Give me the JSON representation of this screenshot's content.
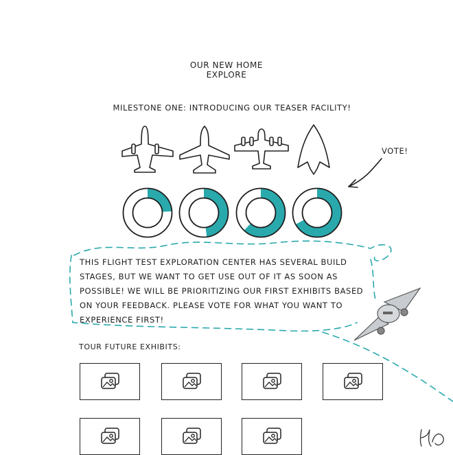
{
  "header": {
    "title_line1": "OUR NEW HOME",
    "title_line2": "EXPLORE"
  },
  "milestone": {
    "text": "MILESTONE ONE: INTRODUCING OUR TEASER FACILITY!"
  },
  "vote": {
    "label": "VOTE!",
    "options": [
      {
        "icon": "twin-prop-plane-icon",
        "progress_fraction": 0.24
      },
      {
        "icon": "jet-plane-icon",
        "progress_fraction": 0.48
      },
      {
        "icon": "four-engine-plane-icon",
        "progress_fraction": 0.62
      },
      {
        "icon": "delta-wing-jet-icon",
        "progress_fraction": 0.67
      }
    ]
  },
  "description": {
    "lines": [
      "THIS FLIGHT TEST EXPLORATION CENTER HAS SEVERAL BUILD",
      "STAGES, BUT WE WANT TO GET USE OUT OF IT AS SOON AS",
      "POSSIBLE! WE WILL BE PRIORITIZING OUR FIRST EXHIBITS BASED",
      "ON YOUR FEEDBACK. PLEASE VOTE FOR WHAT YOU WANT TO",
      "EXPERIENCE FIRST!"
    ]
  },
  "exhibits": {
    "label": "TOUR FUTURE EXHIBITS:",
    "count": 7,
    "icon": "image-gallery-icon"
  },
  "colors": {
    "accent": "#2aa9ad",
    "ink": "#1e1e1e",
    "plane_body": "#c8ccd0"
  }
}
